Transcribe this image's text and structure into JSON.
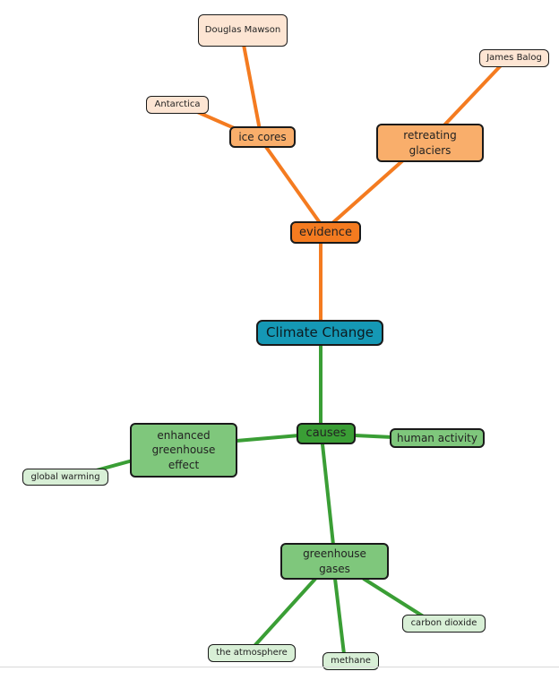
{
  "colors": {
    "root": "#1598b5",
    "evidence_branch": "#f47b20",
    "causes_branch": "#3a9e35"
  },
  "root": {
    "label": "Climate Change"
  },
  "evidence": {
    "label": "evidence",
    "ice_cores": "ice cores",
    "douglas_mawson": "Douglas Mawson",
    "antarctica": "Antarctica",
    "retreating_glaciers": "retreating glaciers",
    "james_balog": "James Balog"
  },
  "causes": {
    "label": "causes",
    "enhanced_greenhouse_effect": "enhanced greenhouse effect",
    "global_warming": "global warming",
    "human_activity": "human activity",
    "greenhouse_gases": "greenhouse gases",
    "the_atmosphere": "the atmosphere",
    "methane": "methane",
    "carbon_dioxide": "carbon dioxide"
  }
}
